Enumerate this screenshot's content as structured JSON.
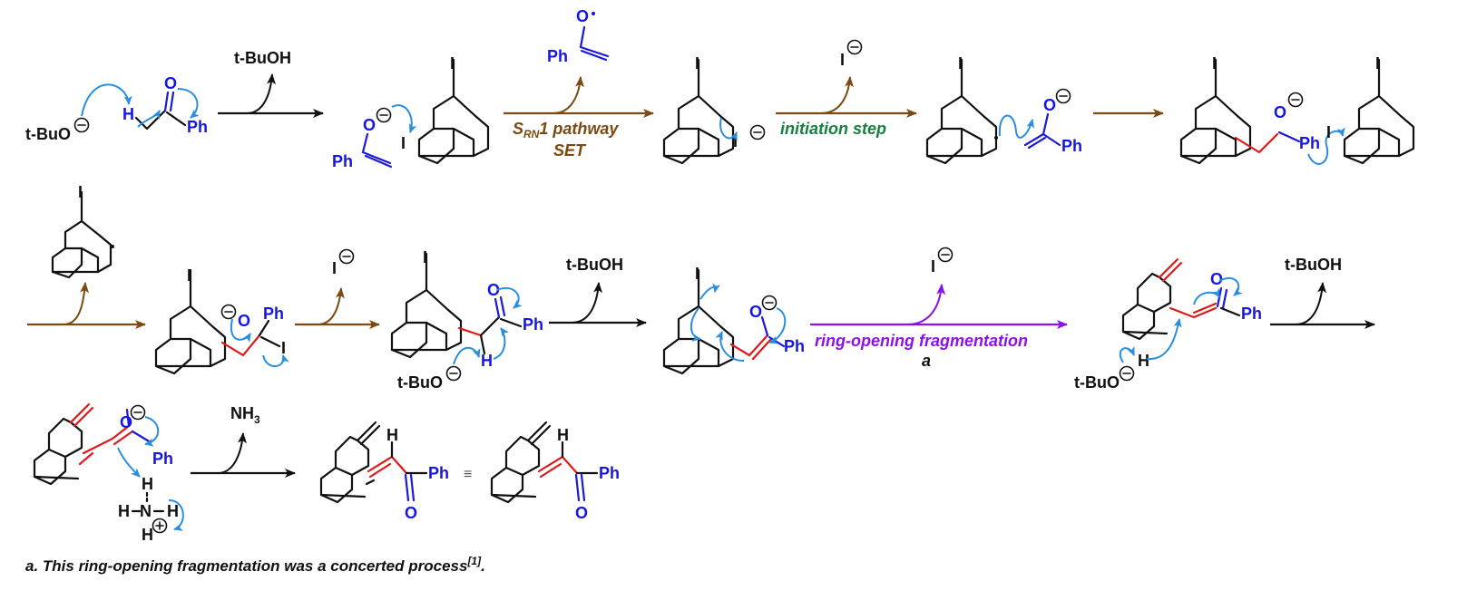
{
  "labels": {
    "tbuo_anion": "t-BuO",
    "tbuoh_1": "t-BuOH",
    "h": "H",
    "o": "O",
    "ph": "Ph",
    "i": "I",
    "srn1_pathway_S": "S",
    "srn1_pathway_sub": "RN",
    "srn1_pathway_rest": "1 pathway",
    "set": "SET",
    "initiation_step": "initiation step",
    "iodide": "I",
    "ring_opening": "ring-opening fragmentation",
    "footnote_marker": "a",
    "tbuoh_2": "t-BuOH",
    "tbuoh_3": "t-BuOH",
    "nh3_label": "NH",
    "nh3_sub": "3",
    "ammonium_h": "H",
    "ammonium_n": "N",
    "equiv": "≡"
  },
  "footnote": {
    "text": "a. This ring-opening fragmentation was a concerted process",
    "ref": "[1]",
    "end": "."
  },
  "colors": {
    "black": "#111111",
    "blue": "#1515e6",
    "brown": "#7a4a12",
    "green": "#168040",
    "purple": "#8a12e8",
    "red": "#e01818",
    "curly_arrow": "#2a8ee0"
  }
}
